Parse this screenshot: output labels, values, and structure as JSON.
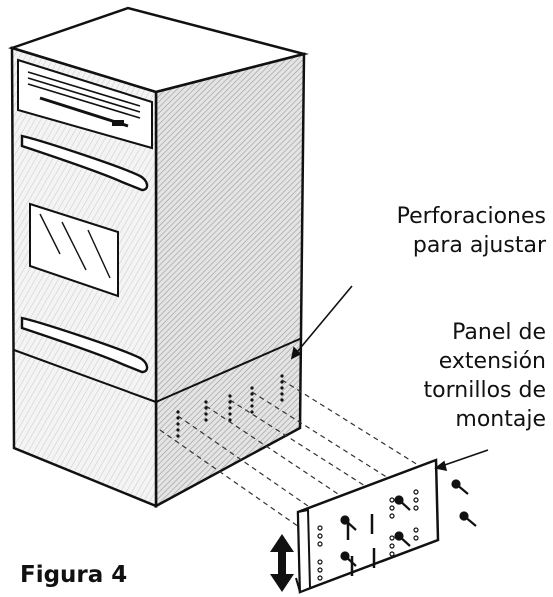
{
  "figure_title": "Figura 4",
  "callouts": {
    "perforations": {
      "line1": "Perforaciones",
      "line2": "para ajustar"
    },
    "panel": {
      "line1": "Panel de",
      "line2": "extensión",
      "line3": "tornillos de",
      "line4": "montaje"
    }
  },
  "colors": {
    "ink": "#111111",
    "side_shade": "#cfcfcf",
    "front_shade": "#efefef",
    "paper": "#ffffff"
  },
  "icons": [
    "adjust-arrow-icon",
    "screw-icon"
  ]
}
